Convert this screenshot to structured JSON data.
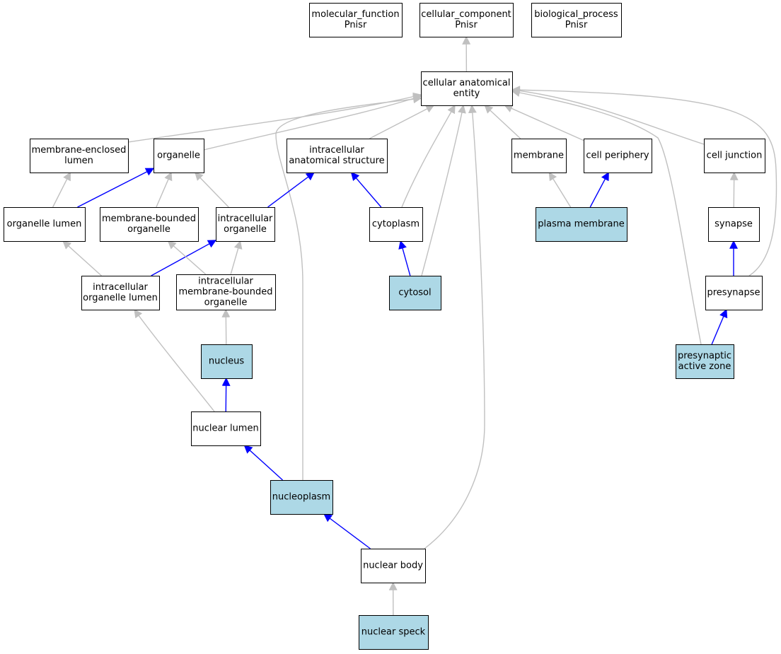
{
  "colors": {
    "background": "#ffffff",
    "node_fill": "#ffffff",
    "highlight_fill": "#add8e6",
    "node_stroke": "#000000",
    "is_a_edge": "#c0c0c0",
    "part_of_edge": "#0000ff",
    "label_text": "#000000"
  },
  "nodes": [
    {
      "id": "molecular_function",
      "lines": [
        "molecular_function",
        "Pnisr"
      ],
      "highlight": false
    },
    {
      "id": "cellular_component",
      "lines": [
        "cellular_component",
        "Pnisr"
      ],
      "highlight": false
    },
    {
      "id": "biological_process",
      "lines": [
        "biological_process",
        "Pnisr"
      ],
      "highlight": false
    },
    {
      "id": "cellular_anatomical_entity",
      "lines": [
        "cellular anatomical",
        "entity"
      ],
      "highlight": false
    },
    {
      "id": "membrane_enclosed_lumen",
      "lines": [
        "membrane-enclosed",
        "lumen"
      ],
      "highlight": false
    },
    {
      "id": "organelle",
      "lines": [
        "organelle"
      ],
      "highlight": false
    },
    {
      "id": "intracellular_anatomical_structure",
      "lines": [
        "intracellular",
        "anatomical structure"
      ],
      "highlight": false
    },
    {
      "id": "membrane",
      "lines": [
        "membrane"
      ],
      "highlight": false
    },
    {
      "id": "cell_periphery",
      "lines": [
        "cell periphery"
      ],
      "highlight": false
    },
    {
      "id": "cell_junction",
      "lines": [
        "cell junction"
      ],
      "highlight": false
    },
    {
      "id": "organelle_lumen",
      "lines": [
        "organelle lumen"
      ],
      "highlight": false
    },
    {
      "id": "membrane_bounded_organelle",
      "lines": [
        "membrane-bounded",
        "organelle"
      ],
      "highlight": false
    },
    {
      "id": "intracellular_organelle",
      "lines": [
        "intracellular",
        "organelle"
      ],
      "highlight": false
    },
    {
      "id": "cytoplasm",
      "lines": [
        "cytoplasm"
      ],
      "highlight": false
    },
    {
      "id": "plasma_membrane",
      "lines": [
        "plasma membrane"
      ],
      "highlight": true
    },
    {
      "id": "synapse",
      "lines": [
        "synapse"
      ],
      "highlight": false
    },
    {
      "id": "intracellular_organelle_lumen",
      "lines": [
        "intracellular",
        "organelle lumen"
      ],
      "highlight": false
    },
    {
      "id": "intracellular_membrane_bounded_organelle",
      "lines": [
        "intracellular",
        "membrane-bounded",
        "organelle"
      ],
      "highlight": false
    },
    {
      "id": "cytosol",
      "lines": [
        "cytosol"
      ],
      "highlight": true
    },
    {
      "id": "presynapse",
      "lines": [
        "presynapse"
      ],
      "highlight": false
    },
    {
      "id": "nucleus",
      "lines": [
        "nucleus"
      ],
      "highlight": true
    },
    {
      "id": "presynaptic_active_zone",
      "lines": [
        "presynaptic",
        "active zone"
      ],
      "highlight": true
    },
    {
      "id": "nuclear_lumen",
      "lines": [
        "nuclear lumen"
      ],
      "highlight": false
    },
    {
      "id": "nucleoplasm",
      "lines": [
        "nucleoplasm"
      ],
      "highlight": true
    },
    {
      "id": "nuclear_body",
      "lines": [
        "nuclear body"
      ],
      "highlight": false
    },
    {
      "id": "nuclear_speck",
      "lines": [
        "nuclear speck"
      ],
      "highlight": true
    }
  ],
  "edges": [
    {
      "from": "cellular_anatomical_entity",
      "to": "cellular_component",
      "type": "is_a"
    },
    {
      "from": "membrane_enclosed_lumen",
      "to": "cellular_anatomical_entity",
      "type": "is_a"
    },
    {
      "from": "organelle",
      "to": "cellular_anatomical_entity",
      "type": "is_a"
    },
    {
      "from": "intracellular_anatomical_structure",
      "to": "cellular_anatomical_entity",
      "type": "is_a"
    },
    {
      "from": "membrane",
      "to": "cellular_anatomical_entity",
      "type": "is_a"
    },
    {
      "from": "cell_periphery",
      "to": "cellular_anatomical_entity",
      "type": "is_a"
    },
    {
      "from": "cell_junction",
      "to": "cellular_anatomical_entity",
      "type": "is_a"
    },
    {
      "from": "cytoplasm",
      "to": "cellular_anatomical_entity",
      "type": "is_a"
    },
    {
      "from": "cytosol",
      "to": "cellular_anatomical_entity",
      "type": "is_a"
    },
    {
      "from": "nucleoplasm",
      "to": "cellular_anatomical_entity",
      "type": "is_a"
    },
    {
      "from": "nuclear_body",
      "to": "cellular_anatomical_entity",
      "type": "is_a"
    },
    {
      "from": "presynapse",
      "to": "cellular_anatomical_entity",
      "type": "is_a"
    },
    {
      "from": "presynaptic_active_zone",
      "to": "cellular_anatomical_entity",
      "type": "is_a"
    },
    {
      "from": "organelle_lumen",
      "to": "membrane_enclosed_lumen",
      "type": "is_a"
    },
    {
      "from": "organelle_lumen",
      "to": "organelle",
      "type": "part_of"
    },
    {
      "from": "membrane_bounded_organelle",
      "to": "organelle",
      "type": "is_a"
    },
    {
      "from": "intracellular_organelle",
      "to": "organelle",
      "type": "is_a"
    },
    {
      "from": "intracellular_organelle",
      "to": "intracellular_anatomical_structure",
      "type": "part_of"
    },
    {
      "from": "cytoplasm",
      "to": "intracellular_anatomical_structure",
      "type": "part_of"
    },
    {
      "from": "plasma_membrane",
      "to": "membrane",
      "type": "is_a"
    },
    {
      "from": "plasma_membrane",
      "to": "cell_periphery",
      "type": "part_of"
    },
    {
      "from": "synapse",
      "to": "cell_junction",
      "type": "is_a"
    },
    {
      "from": "intracellular_organelle_lumen",
      "to": "organelle_lumen",
      "type": "is_a"
    },
    {
      "from": "intracellular_organelle_lumen",
      "to": "intracellular_organelle",
      "type": "part_of"
    },
    {
      "from": "intracellular_membrane_bounded_organelle",
      "to": "membrane_bounded_organelle",
      "type": "is_a"
    },
    {
      "from": "intracellular_membrane_bounded_organelle",
      "to": "intracellular_organelle",
      "type": "is_a"
    },
    {
      "from": "cytosol",
      "to": "cytoplasm",
      "type": "part_of"
    },
    {
      "from": "presynapse",
      "to": "synapse",
      "type": "part_of"
    },
    {
      "from": "nucleus",
      "to": "intracellular_membrane_bounded_organelle",
      "type": "is_a"
    },
    {
      "from": "presynaptic_active_zone",
      "to": "presynapse",
      "type": "part_of"
    },
    {
      "from": "nuclear_lumen",
      "to": "intracellular_organelle_lumen",
      "type": "is_a"
    },
    {
      "from": "nuclear_lumen",
      "to": "nucleus",
      "type": "part_of"
    },
    {
      "from": "nucleoplasm",
      "to": "nuclear_lumen",
      "type": "part_of"
    },
    {
      "from": "nuclear_body",
      "to": "nucleoplasm",
      "type": "part_of"
    },
    {
      "from": "nuclear_speck",
      "to": "nuclear_body",
      "type": "is_a"
    }
  ]
}
